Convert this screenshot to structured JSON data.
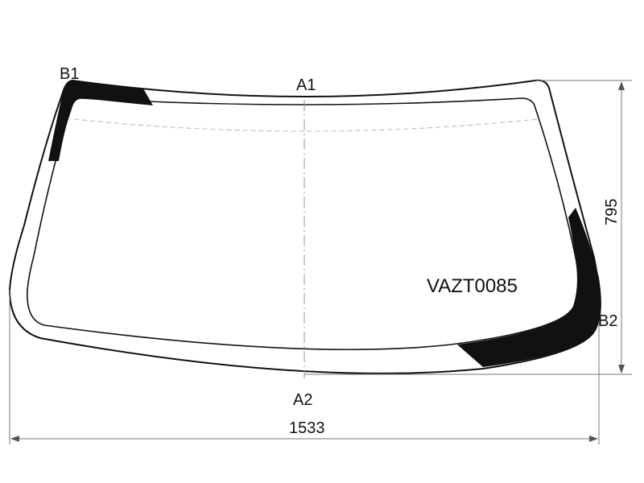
{
  "diagram": {
    "labels": {
      "a1": "A1",
      "a2": "A2",
      "b1": "B1",
      "b2": "B2"
    },
    "product_code": "VAZT0085",
    "dimensions": {
      "width": "1533",
      "height": "795"
    },
    "colors": {
      "outline": "#111111",
      "shaded": "#111111",
      "guide": "#9a9a9a",
      "dashed": "#b5b5b5"
    }
  }
}
